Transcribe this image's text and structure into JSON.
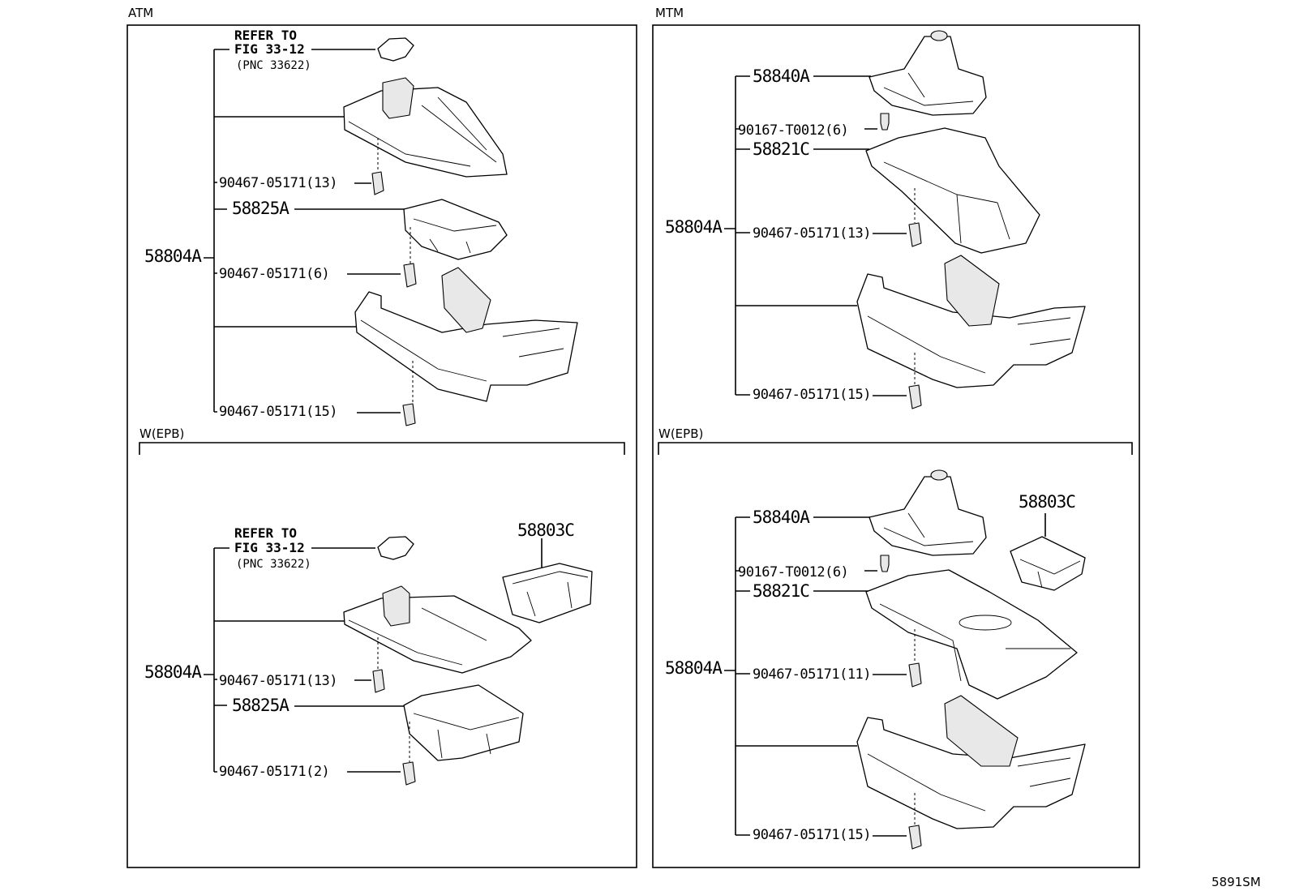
{
  "sections": {
    "atm": "ATM",
    "mtm": "MTM",
    "atm_epb": "W(EPB)",
    "mtm_epb": "W(EPB)"
  },
  "atm_top": {
    "refer_to": "REFER TO",
    "fig": "FIG 33-12",
    "pnc": "(PNC 33622)",
    "assy": "58804A",
    "p1": "90467-05171(13)",
    "p2": "58825A",
    "p3": "90467-05171(6)",
    "p4": "90467-05171(15)"
  },
  "atm_epb": {
    "refer_to": "REFER TO",
    "fig": "FIG 33-12",
    "pnc": "(PNC 33622)",
    "assy": "58804A",
    "p1": "90467-05171(13)",
    "p2": "58825A",
    "p3": "90467-05171(2)",
    "tray": "58803C"
  },
  "mtm_top": {
    "boot": "58840A",
    "screw": "90167-T0012(6)",
    "panel": "58821C",
    "assy": "58804A",
    "p1": "90467-05171(13)",
    "p2": "90467-05171(15)"
  },
  "mtm_epb": {
    "boot": "58840A",
    "screw": "90167-T0012(6)",
    "panel": "58821C",
    "assy": "58804A",
    "p1": "90467-05171(11)",
    "p2": "90467-05171(15)",
    "tray": "58803C"
  },
  "footer_code": "5891SM"
}
